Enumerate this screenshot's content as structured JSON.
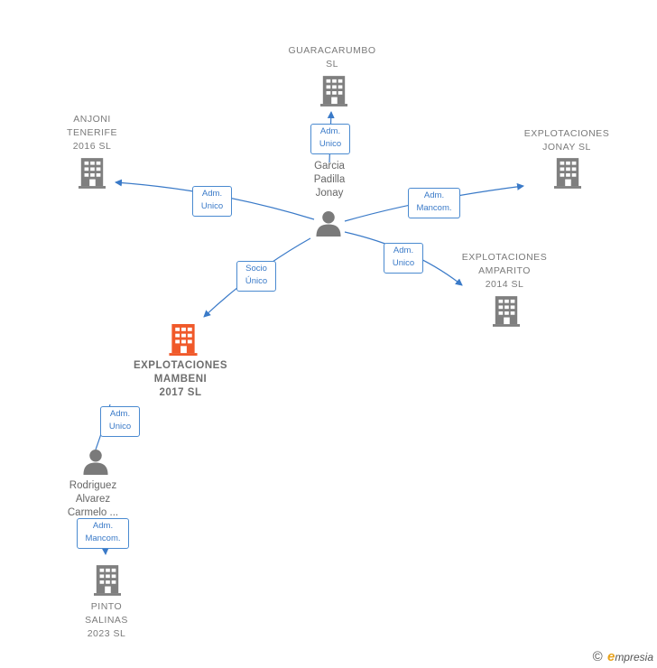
{
  "colors": {
    "edge": "#3a7ac8",
    "building_gray": "#7f7f7f",
    "building_main": "#f0592a",
    "person": "#7a7a7a"
  },
  "nodes": {
    "guaracarumbo": {
      "label": "GUARACARUMBO\nSL",
      "icon": "building-icon"
    },
    "anjoni": {
      "label": "ANJONI\nTENERIFE\n2016  SL",
      "icon": "building-icon"
    },
    "jonay_sl": {
      "label": "EXPLOTACIONES\nJONAY  SL",
      "icon": "building-icon"
    },
    "amparito": {
      "label": "EXPLOTACIONES\nAMPARITO\n2014  SL",
      "icon": "building-icon"
    },
    "mambeni": {
      "label": "EXPLOTACIONES\nMAMBENI\n2017  SL",
      "icon": "building-icon"
    },
    "pinto": {
      "label": "PINTO\nSALINAS\n2023  SL",
      "icon": "building-icon"
    },
    "garcia": {
      "label": "Garcia\nPadilla\nJonay",
      "icon": "person-icon"
    },
    "rodriguez": {
      "label": "Rodriguez\nAlvarez\nCarmelo ...",
      "icon": "person-icon"
    }
  },
  "edges": {
    "garcia_guaracarumbo": "Adm.\nUnico",
    "garcia_anjoni": "Adm.\nUnico",
    "garcia_jonay": "Adm.\nMancom.",
    "garcia_amparito": "Adm.\nUnico",
    "garcia_mambeni": "Socio\nÚnico",
    "rodriguez_mambeni": "Adm.\nUnico",
    "rodriguez_pinto": "Adm.\nMancom."
  },
  "footer": {
    "copyright": "©",
    "brand_initial": "e",
    "brand_rest": "mpresia"
  }
}
